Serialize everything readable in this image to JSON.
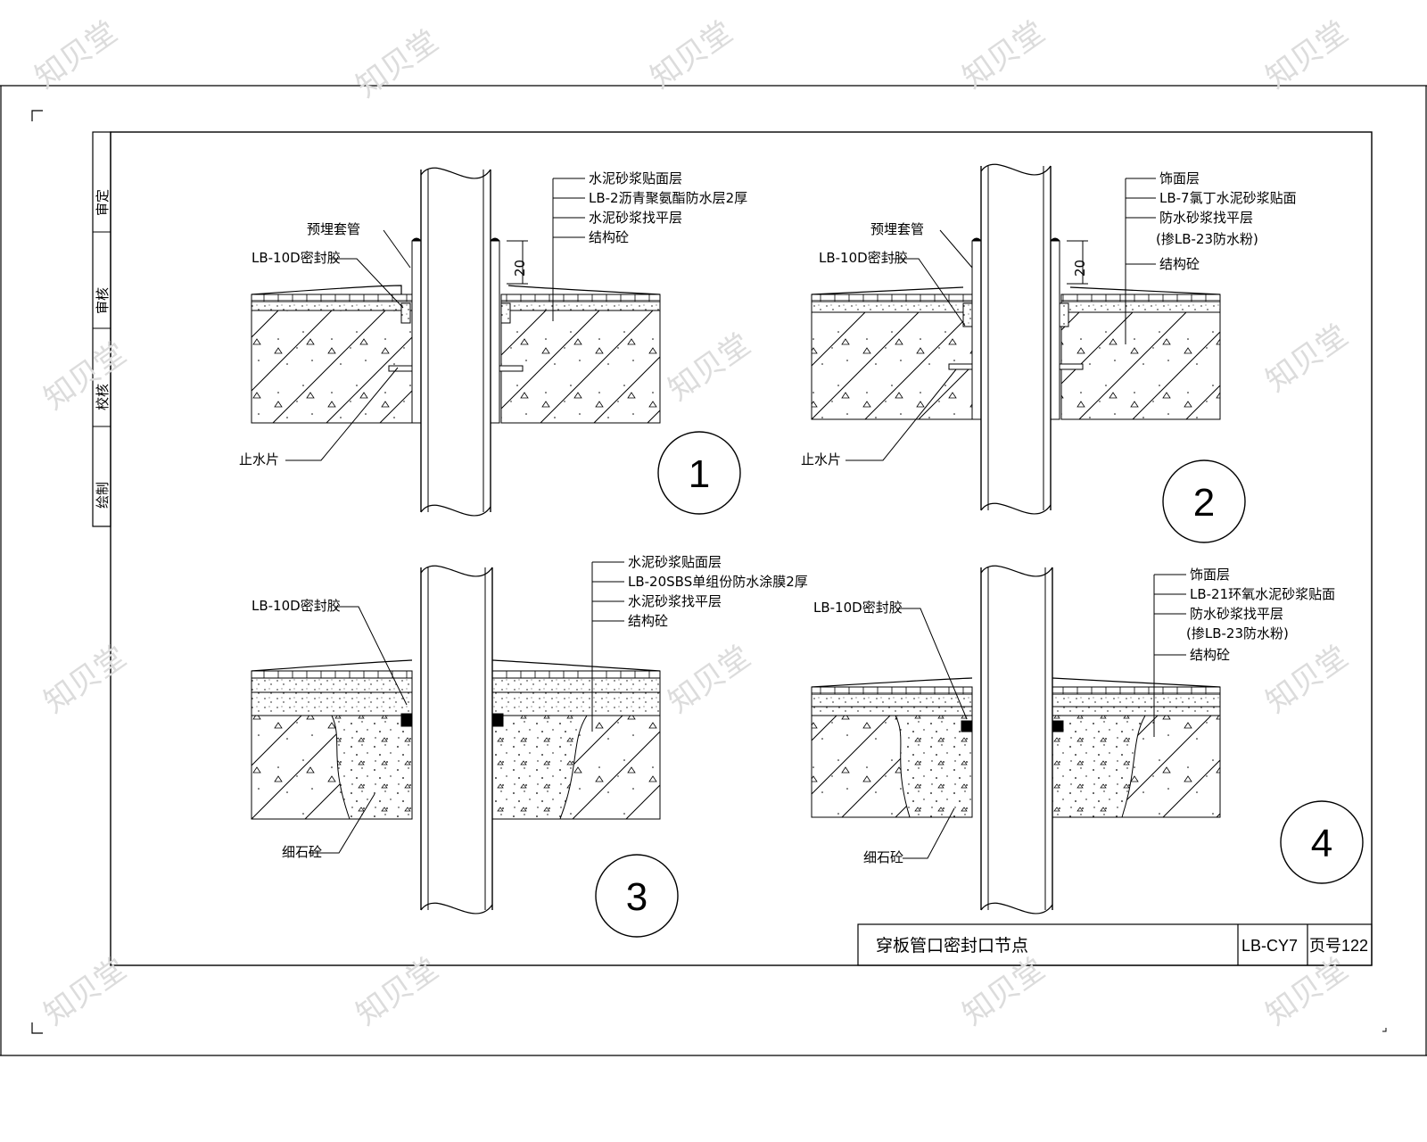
{
  "watermark": "知贝堂",
  "side_labels": [
    "审定",
    "审核",
    "校核",
    "绘制"
  ],
  "title_block": {
    "title": "穿板管口密封口节点",
    "code": "LB-CY7",
    "page": "页号122"
  },
  "details": [
    {
      "number": "1",
      "labels": [
        "水泥砂浆贴面层",
        "LB-2沥青聚氨酯防水层2厚",
        "水泥砂浆找平层",
        "结构砼"
      ],
      "sleeve_label": "预埋套管",
      "sealant_label": "LB-10D密封胶",
      "waterstop_label": "止水片",
      "dimension": "20"
    },
    {
      "number": "2",
      "labels": [
        "饰面层",
        "LB-7氯丁水泥砂浆贴面",
        "防水砂浆找平层",
        "(掺LB-23防水粉)",
        "结构砼"
      ],
      "sleeve_label": "预埋套管",
      "sealant_label": "LB-10D密封胶",
      "waterstop_label": "止水片",
      "dimension": "20"
    },
    {
      "number": "3",
      "labels": [
        "水泥砂浆贴面层",
        "LB-20SBS单组份防水涂膜2厚",
        "水泥砂浆找平层",
        "结构砼"
      ],
      "sealant_label": "LB-10D密封胶",
      "fill_label": "细石砼"
    },
    {
      "number": "4",
      "labels": [
        "饰面层",
        "LB-21环氧水泥砂浆贴面",
        "防水砂浆找平层",
        "(掺LB-23防水粉)",
        "结构砼"
      ],
      "sealant_label": "LB-10D密封胶",
      "fill_label": "细石砼"
    }
  ]
}
